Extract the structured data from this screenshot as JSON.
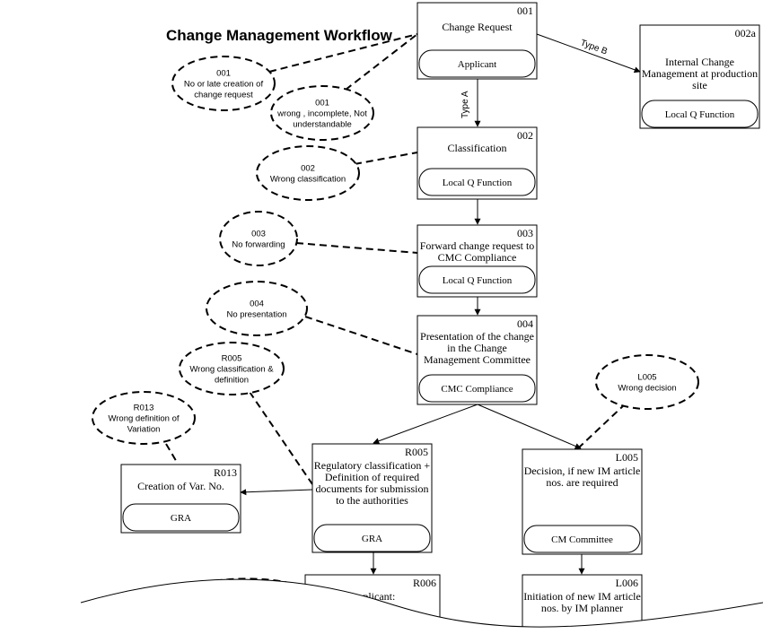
{
  "title": "Change Management Workflow",
  "boxes": [
    {
      "key": "b001",
      "id": "001",
      "lines": [
        "Change Request"
      ],
      "role": "Applicant"
    },
    {
      "key": "b002a",
      "id": "002a",
      "lines": [
        "Internal Change",
        "Management at production",
        "site"
      ],
      "role": "Local Q Function"
    },
    {
      "key": "b002",
      "id": "002",
      "lines": [
        "Classification"
      ],
      "role": "Local Q Function"
    },
    {
      "key": "b003",
      "id": "003",
      "lines": [
        "Forward change request to",
        "CMC Compliance"
      ],
      "role": "Local Q Function"
    },
    {
      "key": "b004",
      "id": "004",
      "lines": [
        "Presentation of the change",
        "in the Change",
        "Management Committee"
      ],
      "role": "CMC Compliance"
    },
    {
      "key": "bR005",
      "id": "R005",
      "lines": [
        "Regulatory classification +",
        "Definition of required",
        "documents for submission",
        "to the authorities"
      ],
      "role": "GRA"
    },
    {
      "key": "bL005",
      "id": "L005",
      "lines": [
        "Decision, if new IM article",
        "nos. are required"
      ],
      "role": "CM Committee"
    },
    {
      "key": "bR013",
      "id": "R013",
      "lines": [
        "Creation of Var. No."
      ],
      "role": "GRA"
    },
    {
      "key": "bR006",
      "id": "R006",
      "lines": [
        "Applicant:"
      ],
      "role": ""
    },
    {
      "key": "bL006",
      "id": "L006",
      "lines": [
        "Initiation of new IM article",
        "nos. by IM planner"
      ],
      "role": ""
    }
  ],
  "risks": [
    {
      "key": "r001a",
      "lines": [
        "001",
        "No or late creation of",
        "change request"
      ]
    },
    {
      "key": "r001b",
      "lines": [
        "001",
        "wrong , incomplete, Not",
        "understandable"
      ]
    },
    {
      "key": "r002",
      "lines": [
        "002",
        "Wrong classification"
      ]
    },
    {
      "key": "r003",
      "lines": [
        "003",
        "No forwarding"
      ]
    },
    {
      "key": "r004",
      "lines": [
        "004",
        "No presentation"
      ]
    },
    {
      "key": "rR005",
      "lines": [
        "R005",
        "Wrong classification &",
        "definition"
      ]
    },
    {
      "key": "rR013",
      "lines": [
        "R013",
        "Wrong definition of",
        "Variation"
      ]
    },
    {
      "key": "rL005",
      "lines": [
        "L005",
        "Wrong decision"
      ]
    }
  ],
  "edge_labels": [
    {
      "key": "typeA",
      "text": "Type A"
    },
    {
      "key": "typeB",
      "text": "Type B"
    }
  ]
}
